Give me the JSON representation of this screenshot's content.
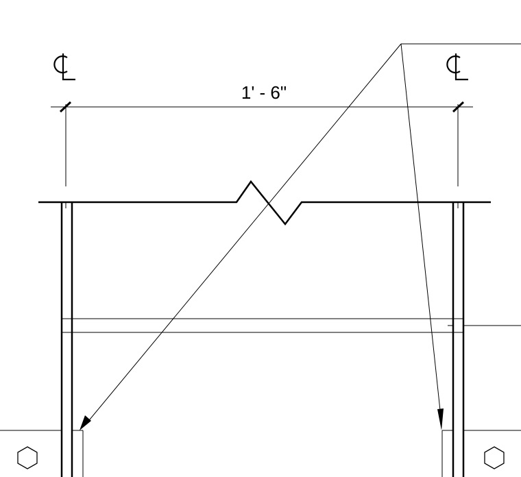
{
  "drawing": {
    "dimension_text": "1' - 6\"",
    "centerline_symbol_left": "CL",
    "centerline_symbol_right": "CL",
    "line_color": "#000000",
    "background": "#ffffff"
  }
}
